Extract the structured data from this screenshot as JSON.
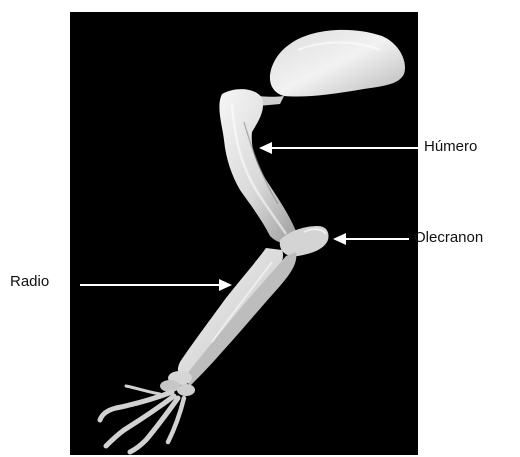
{
  "figure": {
    "background": "#000000",
    "bone_color": "#e6e6e6",
    "pointer_color": "#ffffff",
    "labels": {
      "humero": "Húmero",
      "olecranon": "Olecranon",
      "radio": "Radio"
    }
  }
}
